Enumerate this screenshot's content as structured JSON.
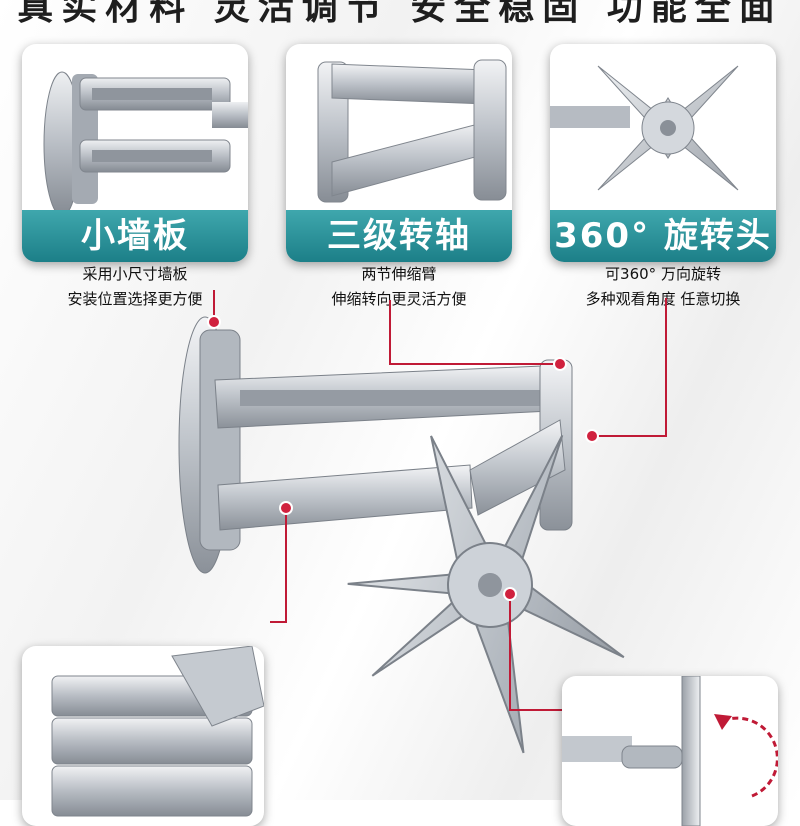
{
  "headline": "真实材料  灵活调节  安全稳固  功能全面",
  "features": [
    {
      "title": "小墙板",
      "lines": [
        "采用小尺寸墙板",
        "安装位置选择更方便"
      ]
    },
    {
      "title": "三级转轴",
      "lines": [
        "两节伸缩臂",
        "伸缩转向更灵活方便"
      ]
    },
    {
      "title": "360° 旋转头",
      "lines": [
        "可360° 万向旋转",
        "多种观看角度 任意切换"
      ]
    }
  ],
  "colors": {
    "badge": "#2a929a",
    "callout": "#d0213e",
    "metal": "#c9cdd3"
  }
}
